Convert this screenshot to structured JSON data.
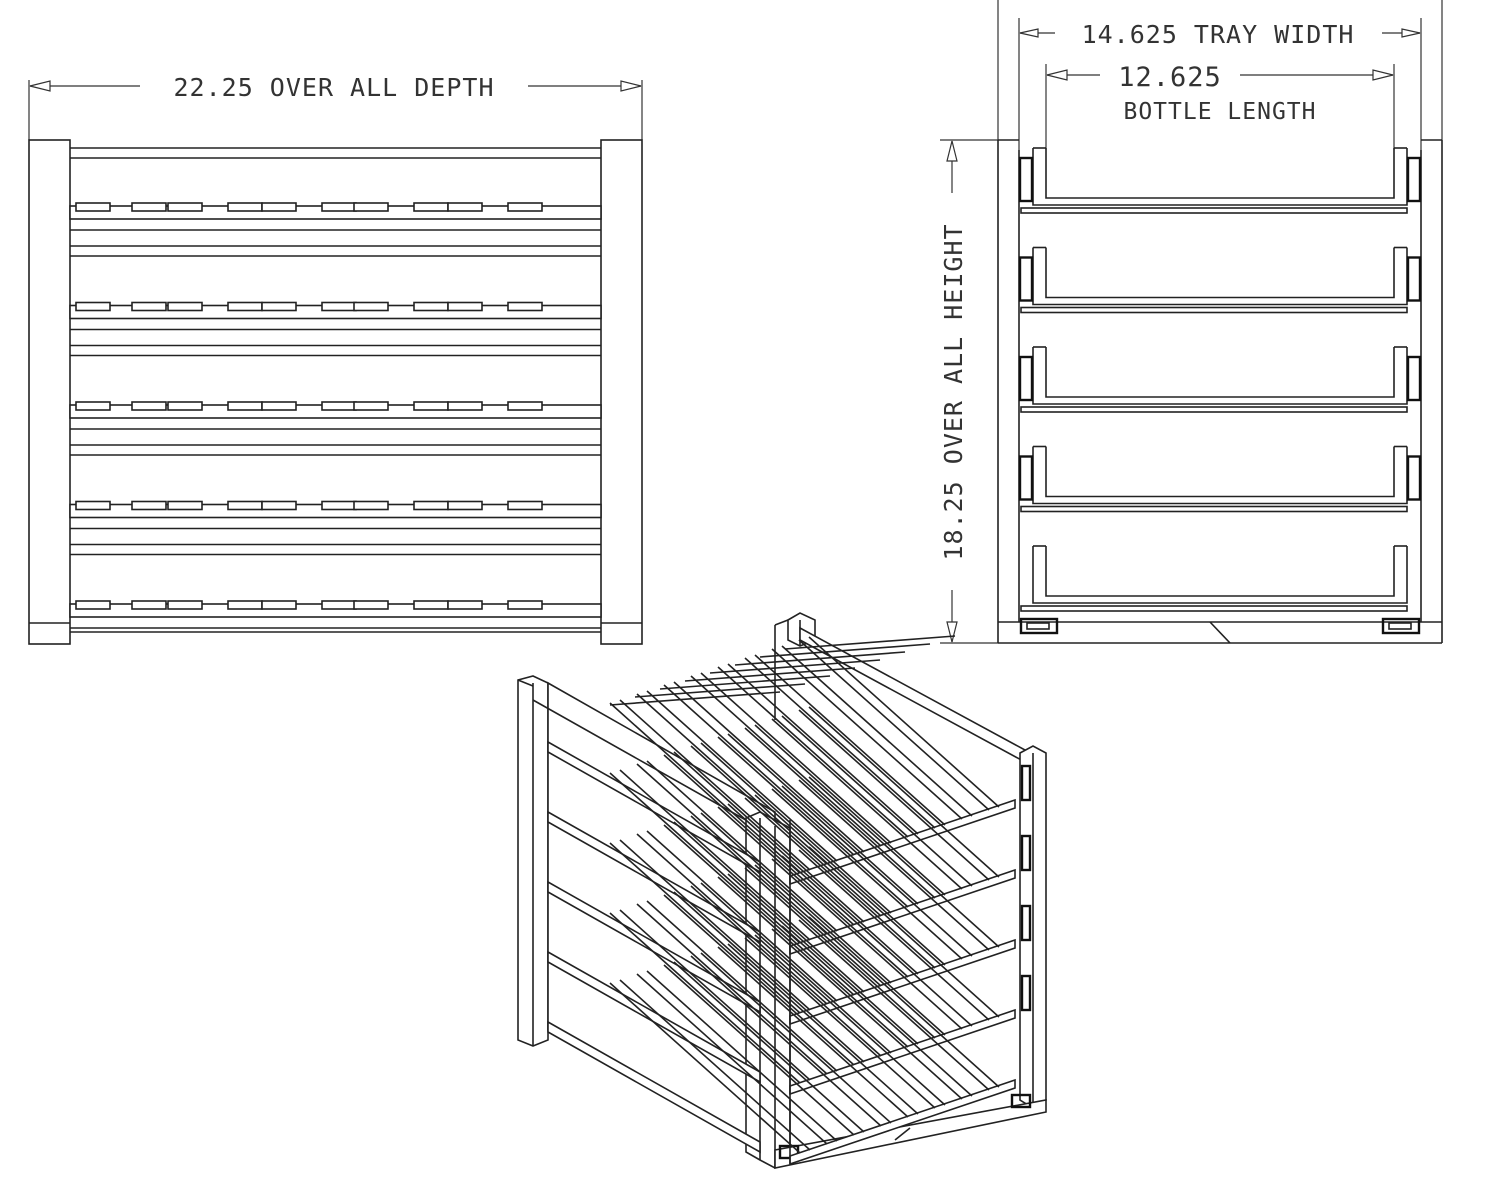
{
  "dimensions": {
    "depth_label": "22.25 OVER ALL DEPTH",
    "tray_width_label": "14.625 TRAY WIDTH",
    "bottle_length_value": "12.625",
    "bottle_length_caption": "BOTTLE LENGTH",
    "height_label": "18.25 OVER ALL HEIGHT"
  },
  "rack": {
    "tray_count": 5,
    "slats_per_tray_side_view": 10
  },
  "colors": {
    "line": "#222222",
    "text": "#333333",
    "background": "#ffffff"
  }
}
